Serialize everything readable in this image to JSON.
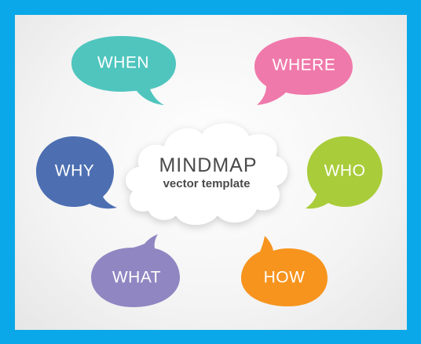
{
  "center": {
    "title": "MINDMAP",
    "subtitle": "vector template"
  },
  "bubbles": {
    "when": {
      "label": "WHEN",
      "color": "#4fc5be"
    },
    "where": {
      "label": "WHERE",
      "color": "#ef79aa"
    },
    "why": {
      "label": "WHY",
      "color": "#4d6fb2"
    },
    "who": {
      "label": "WHO",
      "color": "#a9cc3a"
    },
    "what": {
      "label": "WHAT",
      "color": "#8f86c2"
    },
    "how": {
      "label": "HOW",
      "color": "#f7941e"
    }
  },
  "colors": {
    "background": "#0aa8e8",
    "cloud": "#ffffff"
  }
}
